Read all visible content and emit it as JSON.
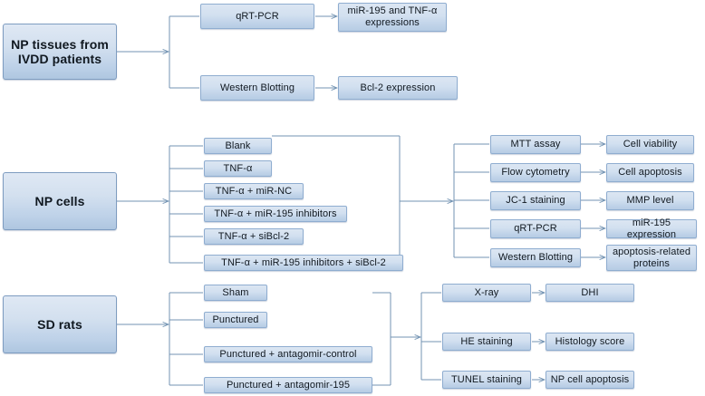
{
  "diagram": {
    "title": "Experimental design flowchart",
    "accent_box_fill": "#d2e0f0",
    "accent_box_border": "#8fadd0",
    "connector_color": "#7393b3",
    "background": "#ffffff"
  },
  "branches": [
    {
      "id": "np-tissues",
      "source": {
        "lines": [
          "NP tissues from",
          "IVDD patients"
        ]
      },
      "methods": [
        {
          "lines": [
            "qRT-PCR"
          ]
        },
        {
          "lines": [
            "Western Blotting"
          ]
        }
      ],
      "outcomes": [
        {
          "lines": [
            "miR-195 and TNF-α",
            "expressions"
          ]
        },
        {
          "lines": [
            "Bcl-2 expression"
          ]
        }
      ]
    },
    {
      "id": "np-cells",
      "source": {
        "lines": [
          "NP cells"
        ]
      },
      "groups": [
        {
          "lines": [
            "Blank"
          ]
        },
        {
          "lines": [
            "TNF-α"
          ]
        },
        {
          "lines": [
            "TNF-α + miR-NC"
          ]
        },
        {
          "lines": [
            "TNF-α + miR-195 inhibitors"
          ]
        },
        {
          "lines": [
            "TNF-α + siBcl-2"
          ]
        },
        {
          "lines": [
            "TNF-α + miR-195 inhibitors + siBcl-2"
          ]
        }
      ],
      "methods": [
        {
          "lines": [
            "MTT assay"
          ]
        },
        {
          "lines": [
            "Flow cytometry"
          ]
        },
        {
          "lines": [
            "JC-1 staining"
          ]
        },
        {
          "lines": [
            "qRT-PCR"
          ]
        },
        {
          "lines": [
            "Western Blotting"
          ]
        }
      ],
      "outcomes": [
        {
          "lines": [
            "Cell viability"
          ]
        },
        {
          "lines": [
            "Cell apoptosis"
          ]
        },
        {
          "lines": [
            "MMP level"
          ]
        },
        {
          "lines": [
            "miR-195 expression"
          ]
        },
        {
          "lines": [
            "apoptosis-related",
            "proteins"
          ]
        }
      ]
    },
    {
      "id": "sd-rats",
      "source": {
        "lines": [
          "SD  rats"
        ]
      },
      "groups": [
        {
          "lines": [
            "Sham"
          ]
        },
        {
          "lines": [
            "Punctured"
          ]
        },
        {
          "lines": [
            "Punctured + antagomir-control"
          ]
        },
        {
          "lines": [
            "Punctured + antagomir-195"
          ]
        }
      ],
      "methods": [
        {
          "lines": [
            "X-ray"
          ]
        },
        {
          "lines": [
            "HE staining"
          ]
        },
        {
          "lines": [
            "TUNEL staining"
          ]
        }
      ],
      "outcomes": [
        {
          "lines": [
            "DHI"
          ]
        },
        {
          "lines": [
            "Histology score"
          ]
        },
        {
          "lines": [
            "NP cell apoptosis"
          ]
        }
      ]
    }
  ]
}
